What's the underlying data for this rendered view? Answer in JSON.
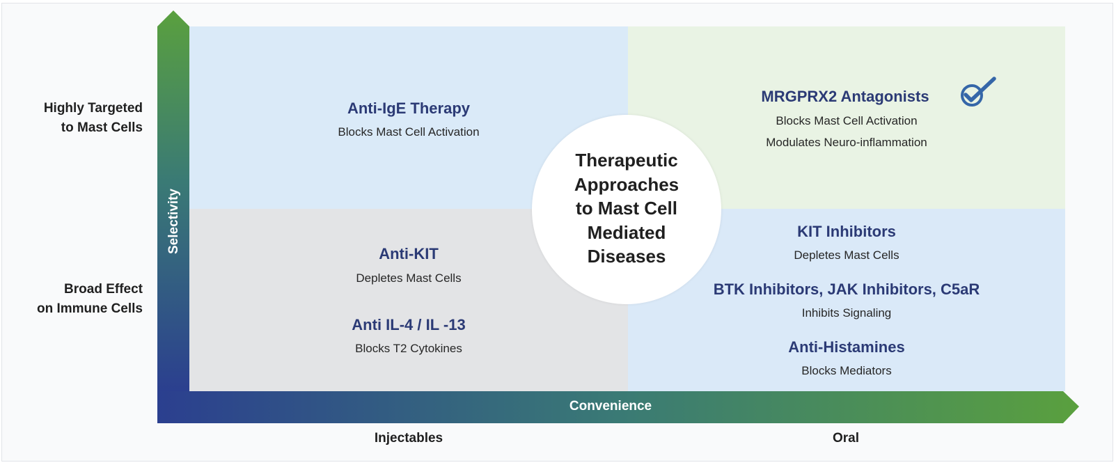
{
  "center": {
    "lines": [
      "Therapeutic",
      "Approaches",
      "to Mast Cell",
      "Mediated",
      "Diseases"
    ]
  },
  "axes": {
    "y_title": "Selectivity",
    "x_title": "Convenience",
    "y_high": [
      "Highly Targeted",
      "to Mast Cells"
    ],
    "y_low": [
      "Broad Effect",
      "on Immune Cells"
    ],
    "x_left": "Injectables",
    "x_right": "Oral"
  },
  "quadrants": {
    "top_left": {
      "items": [
        {
          "title": "Anti-IgE Therapy",
          "subs": [
            "Blocks Mast Cell Activation"
          ]
        }
      ]
    },
    "top_right": {
      "items": [
        {
          "title": "MRGPRX2 Antagonists",
          "subs": [
            "Blocks Mast Cell Activation",
            "Modulates Neuro-inflammation"
          ],
          "icon": "checkmark-circle-icon"
        }
      ]
    },
    "bottom_left": {
      "items": [
        {
          "title": "Anti-KIT",
          "subs": [
            "Depletes Mast Cells"
          ]
        },
        {
          "title": "Anti IL-4 / IL -13",
          "subs": [
            "Blocks T2 Cytokines"
          ]
        }
      ]
    },
    "bottom_right": {
      "items": [
        {
          "title": "KIT Inhibitors",
          "subs": [
            "Depletes Mast Cells"
          ]
        },
        {
          "title": "BTK Inhibitors, JAK Inhibitors, C5aR",
          "subs": [
            "Inhibits Signaling"
          ]
        },
        {
          "title": "Anti-Histamines",
          "subs": [
            "Blocks Mediators"
          ]
        }
      ]
    }
  },
  "colors": {
    "title_text": "#2b3a75",
    "arrow_green": "#5a9e3e",
    "arrow_blue": "#2b3f8f",
    "check_blue": "#3566a8"
  }
}
